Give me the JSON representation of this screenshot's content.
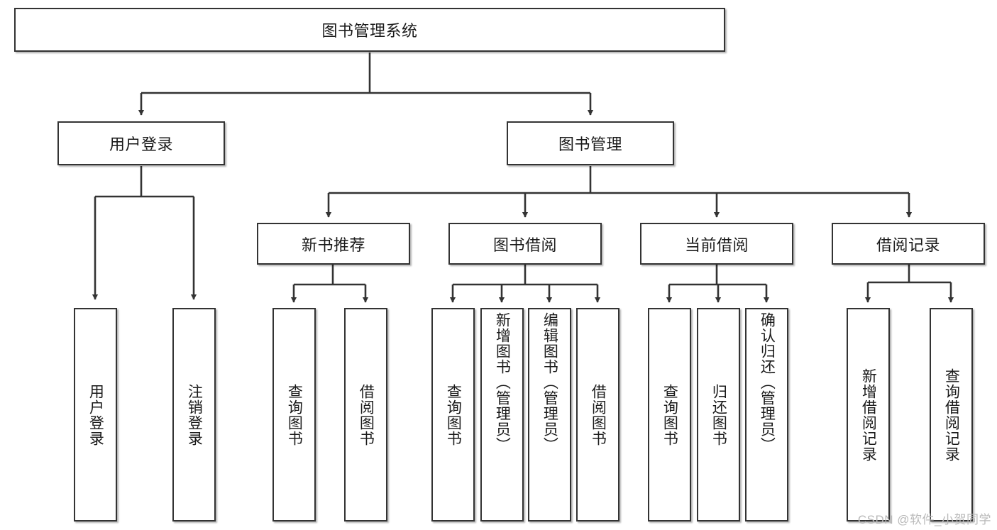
{
  "diagram": {
    "title": "图书管理系统",
    "type": "hierarchy-tree",
    "watermark": "CSDN @软件_小贺同学",
    "colors": {
      "box_border": "#333333",
      "box_fill": "#ffffff",
      "line": "#333333",
      "text": "#1a1a1a",
      "watermark": "#b9b9b9"
    },
    "nodes": {
      "root": {
        "label": "图书管理系统"
      },
      "level2": [
        {
          "id": "user-login",
          "label": "用户登录"
        },
        {
          "id": "book-manage",
          "label": "图书管理"
        }
      ],
      "level3": [
        {
          "id": "new-book-recommend",
          "label": "新书推荐"
        },
        {
          "id": "book-borrow",
          "label": "图书借阅"
        },
        {
          "id": "current-borrow",
          "label": "当前借阅"
        },
        {
          "id": "borrow-record",
          "label": "借阅记录"
        }
      ],
      "leaves": [
        {
          "id": "leaf-user-login",
          "label": "用户登录",
          "parent": "user-login"
        },
        {
          "id": "leaf-logout",
          "label": "注销登录",
          "parent": "user-login"
        },
        {
          "id": "leaf-query-book-1",
          "label": "查询图书",
          "parent": "new-book-recommend"
        },
        {
          "id": "leaf-borrow-book-1",
          "label": "借阅图书",
          "parent": "new-book-recommend"
        },
        {
          "id": "leaf-query-book-2",
          "label": "查询图书",
          "parent": "book-borrow"
        },
        {
          "id": "leaf-add-book",
          "label": "新增图书（管理员）",
          "parent": "book-borrow"
        },
        {
          "id": "leaf-edit-book",
          "label": "编辑图书（管理员）",
          "parent": "book-borrow"
        },
        {
          "id": "leaf-borrow-book-2",
          "label": "借阅图书",
          "parent": "book-borrow"
        },
        {
          "id": "leaf-query-book-3",
          "label": "查询图书",
          "parent": "current-borrow"
        },
        {
          "id": "leaf-return-book",
          "label": "归还图书",
          "parent": "current-borrow"
        },
        {
          "id": "leaf-confirm-return",
          "label": "确认归还（管理员）",
          "parent": "current-borrow"
        },
        {
          "id": "leaf-add-record",
          "label": "新增借阅记录",
          "parent": "borrow-record"
        },
        {
          "id": "leaf-query-record",
          "label": "查询借阅记录",
          "parent": "borrow-record"
        }
      ]
    }
  }
}
